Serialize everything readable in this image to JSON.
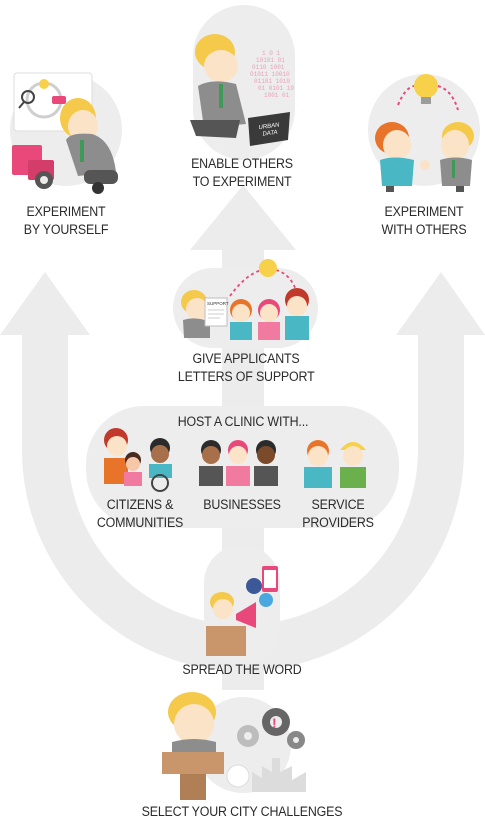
{
  "steps": {
    "experiment_yourself": {
      "line1": "EXPERIMENT",
      "line2": "BY YOURSELF"
    },
    "enable_others": {
      "line1": "ENABLE OTHERS",
      "line2": "TO EXPERIMENT",
      "laptop_text": "URBAN DATA"
    },
    "experiment_others": {
      "line1": "EXPERIMENT",
      "line2": "WITH OTHERS"
    },
    "letters_support": {
      "line1": "GIVE APPLICANTS",
      "line2": "LETTERS OF SUPPORT",
      "paper_text": "SUPPORT"
    },
    "host_clinic": {
      "title": "HOST A CLINIC WITH...",
      "citizens": {
        "line1": "CITIZENS &",
        "line2": "COMMUNITIES"
      },
      "businesses": {
        "line1": "BUSINESSES"
      },
      "service_providers": {
        "line1": "SERVICE",
        "line2": "PROVIDERS"
      }
    },
    "spread_word": {
      "line1": "SPREAD THE WORD"
    },
    "city_challenges": {
      "line1": "SELECT YOUR CITY CHALLENGES"
    }
  },
  "colors": {
    "arrow": "#ececec",
    "bubble": "#eeeeee",
    "skin": "#fbe3c8",
    "hair_blond": "#f5c94a",
    "hair_red": "#e8742a",
    "suit_grey": "#8d8d8d",
    "accent_pink": "#e8497a",
    "bulb": "#f7d14a",
    "podium": "#c9956a",
    "text": "#2b2b2b"
  },
  "binary_digits": "10101 0110 1001 01011 10010 01101 1010 01 0101"
}
